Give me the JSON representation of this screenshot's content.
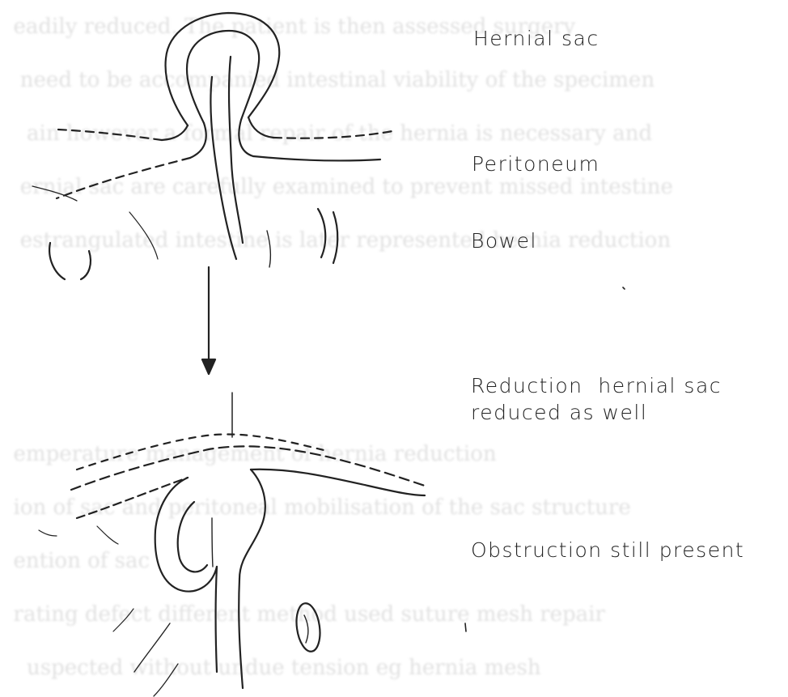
{
  "labels": {
    "hernial_sac": "Hernial sac",
    "peritoneum": "Peritoneum",
    "bowel": "Bowel",
    "reduction_line1": "Reduction  hernial sac",
    "reduction_line2": "reduced as well",
    "obstruction": "Obstruction still present"
  },
  "colors": {
    "ink": "#222222",
    "bleed_through": "#dcdcdc"
  }
}
